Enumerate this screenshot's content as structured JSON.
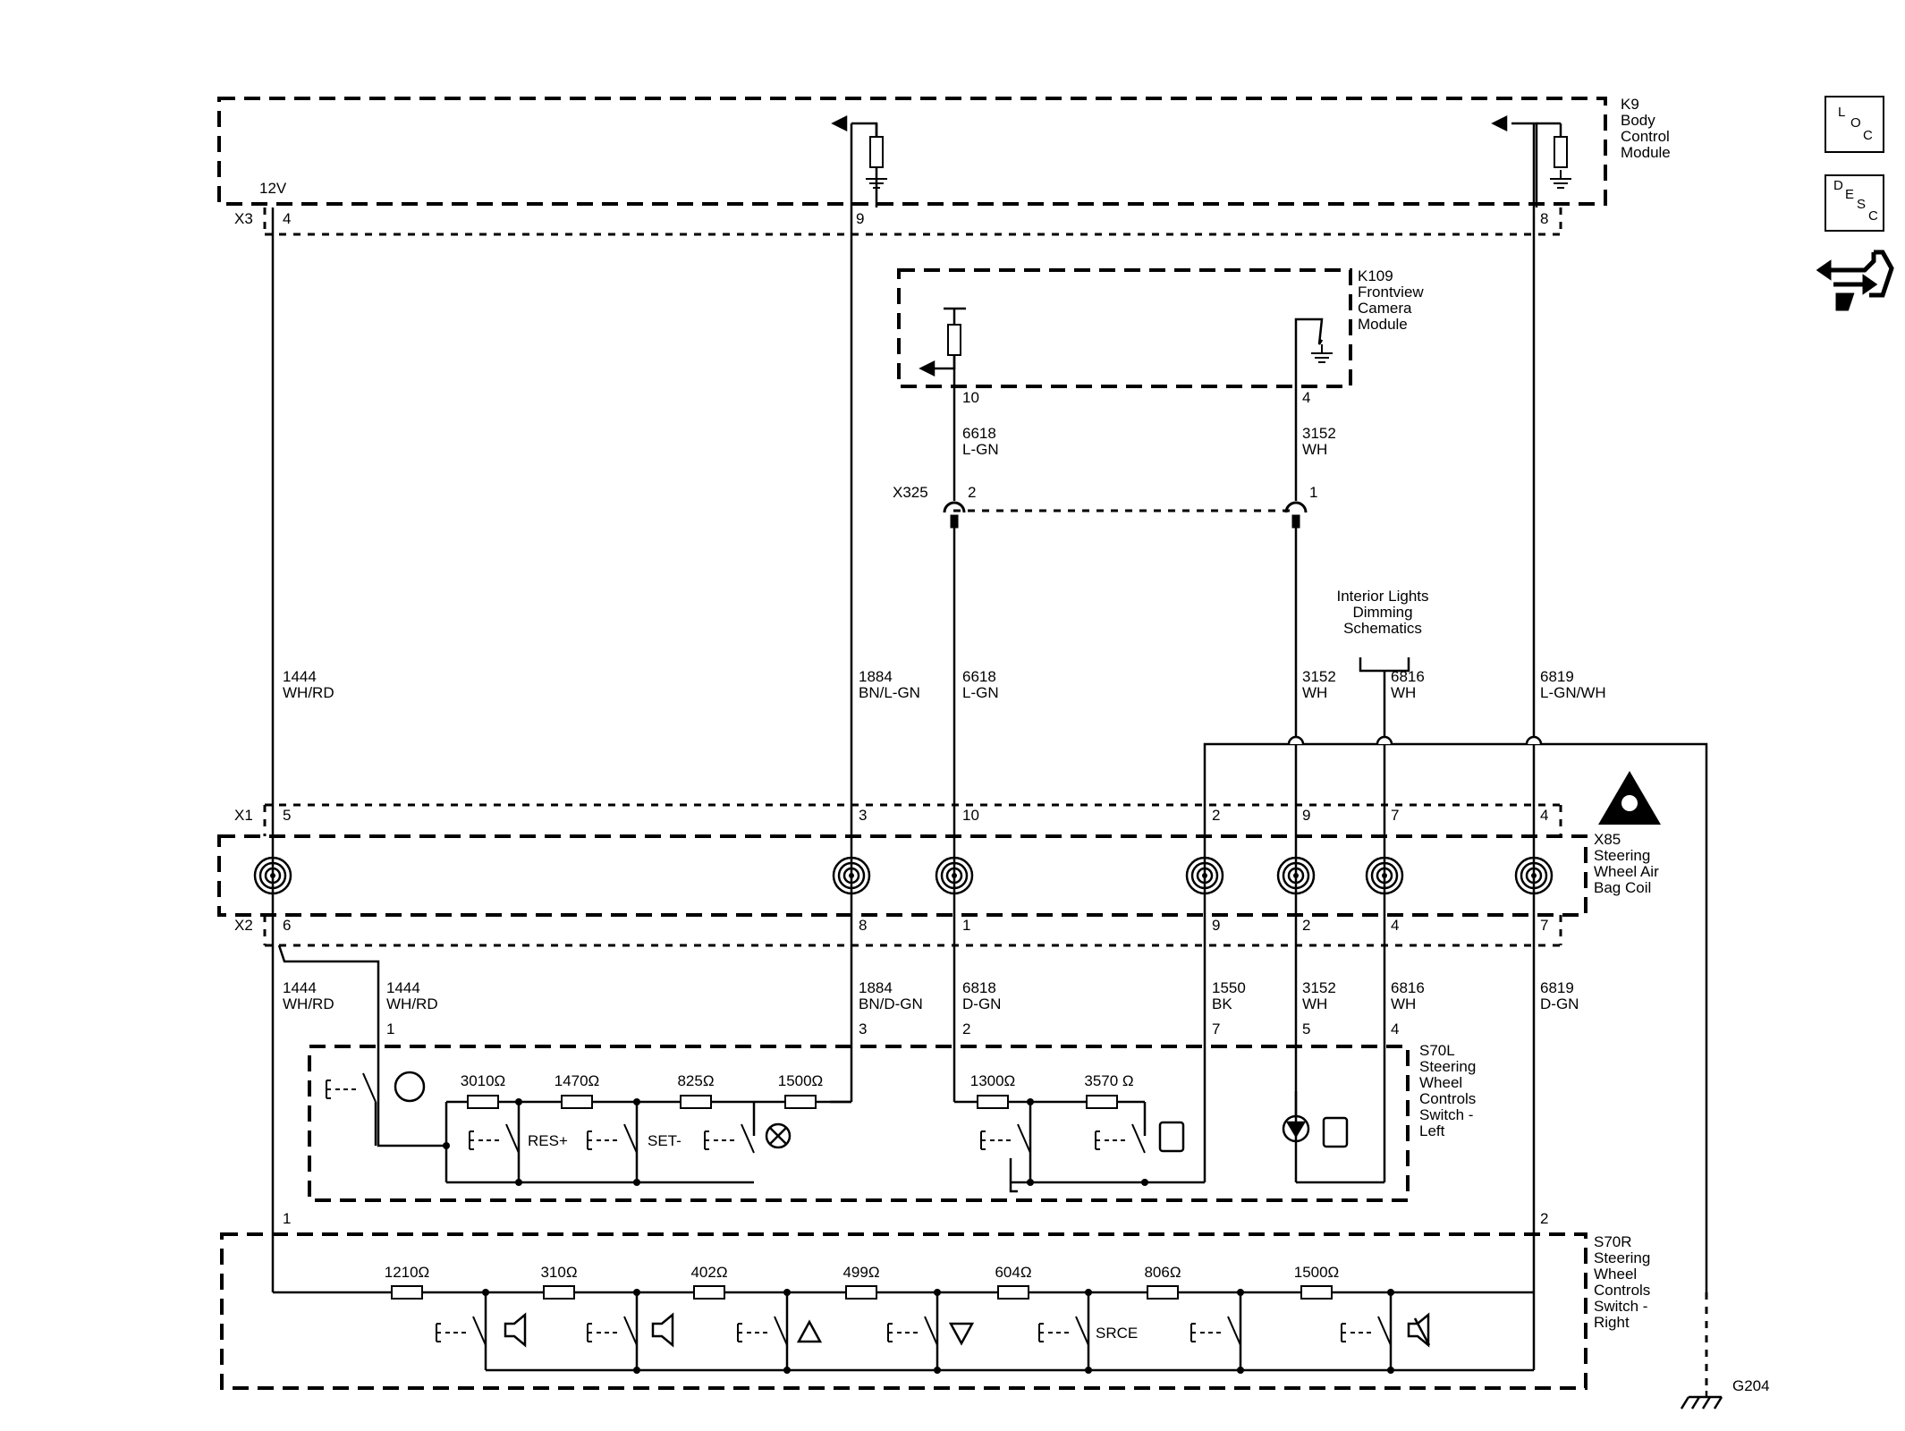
{
  "modules": {
    "k9": [
      "K9",
      "Body",
      "Control",
      "Module"
    ],
    "k109": [
      "K109",
      "Frontview",
      "Camera",
      "Module"
    ],
    "x85": [
      "X85",
      "Steering",
      "Wheel Air",
      "Bag Coil"
    ],
    "s70l": [
      "S70L",
      "Steering",
      "Wheel",
      "Controls",
      "Switch -",
      "Left"
    ],
    "s70r": [
      "S70R",
      "Steering",
      "Wheel",
      "Controls",
      "Switch -",
      "Right"
    ],
    "interior": [
      "Interior Lights",
      "Dimming",
      "Schematics"
    ]
  },
  "connectors": {
    "x3": "X3",
    "x1": "X1",
    "x2": "X2",
    "x325": "X325"
  },
  "voltage": "12V",
  "ground": "G204",
  "icons": {
    "loc": [
      "L",
      "O",
      "C"
    ],
    "desc": [
      "D",
      "E",
      "S",
      "C"
    ],
    "connector_icon": "connector-end-view-icon",
    "esd": "esd-warning-icon"
  },
  "pins": {
    "x3": [
      "4",
      "9",
      "8"
    ],
    "k109": [
      "10",
      "4"
    ],
    "x325": [
      "2",
      "1"
    ],
    "x1": [
      "5",
      "3",
      "10",
      "2",
      "9",
      "7",
      "4"
    ],
    "x2": [
      "6",
      "8",
      "1",
      "9",
      "2",
      "4",
      "7"
    ],
    "s70l": [
      "1",
      "3",
      "2",
      "7",
      "5",
      "4"
    ],
    "s70r": [
      "1",
      "2"
    ]
  },
  "wires": {
    "w1444a": [
      "1444",
      "WH/RD"
    ],
    "w1884a": [
      "1884",
      "BN/L-GN"
    ],
    "w6618a": [
      "6618",
      "L-GN"
    ],
    "w6618b": [
      "6618",
      "L-GN"
    ],
    "w3152a": [
      "3152",
      "WH"
    ],
    "w3152b": [
      "3152",
      "WH"
    ],
    "w6816a": [
      "6816",
      "WH"
    ],
    "w6819a": [
      "6819",
      "L-GN/WH"
    ],
    "w1444b": [
      "1444",
      "WH/RD"
    ],
    "w1444c": [
      "1444",
      "WH/RD"
    ],
    "w1884b": [
      "1884",
      "BN/D-GN"
    ],
    "w6818": [
      "6818",
      "D-GN"
    ],
    "w1550": [
      "1550",
      "BK"
    ],
    "w3152c": [
      "3152",
      "WH"
    ],
    "w6816b": [
      "6816",
      "WH"
    ],
    "w6819b": [
      "6819",
      "D-GN"
    ]
  },
  "resistors": {
    "s70l": [
      "3010Ω",
      "1470Ω",
      "825Ω",
      "1500Ω",
      "1300Ω",
      "3570 Ω"
    ],
    "s70r": [
      "1210Ω",
      "310Ω",
      "402Ω",
      "499Ω",
      "604Ω",
      "806Ω",
      "1500Ω"
    ]
  },
  "switch_labels": {
    "res": "RES+",
    "set": "SET-",
    "srce": "SRCE"
  }
}
